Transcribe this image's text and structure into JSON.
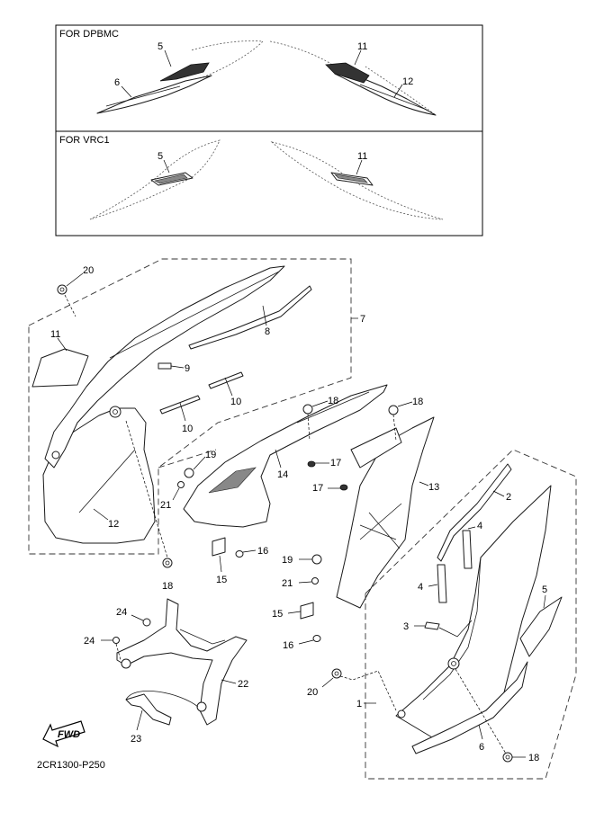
{
  "inset_boxes": [
    {
      "title": "FOR DPBMC"
    },
    {
      "title": "FOR VRC1"
    }
  ],
  "callouts": {
    "c_dp_5": "5",
    "c_dp_6": "6",
    "c_dp_11": "11",
    "c_dp_12": "12",
    "c_vr_5": "5",
    "c_vr_11": "11",
    "c20a": "20",
    "c7": "7",
    "c8": "8",
    "c11b": "11",
    "c9": "9",
    "c10a": "10",
    "c10b": "10",
    "c12b": "12",
    "c18a": "18",
    "c18b": "18",
    "c18c": "18",
    "c17a": "17",
    "c17b": "17",
    "c14": "14",
    "c13": "13",
    "c19a": "19",
    "c21a": "21",
    "c16a": "16",
    "c15a": "15",
    "c2": "2",
    "c4a": "4",
    "c4b": "4",
    "c5b": "5",
    "c3": "3",
    "c19b": "19",
    "c21b": "21",
    "c15b": "15",
    "c16b": "16",
    "c20b": "20",
    "c1": "1",
    "c6b": "6",
    "c18d": "18",
    "c24a": "24",
    "c24b": "24",
    "c22": "22",
    "c23": "23"
  },
  "fwd_label": "FWD",
  "diagram_code": "2CR1300-P250"
}
